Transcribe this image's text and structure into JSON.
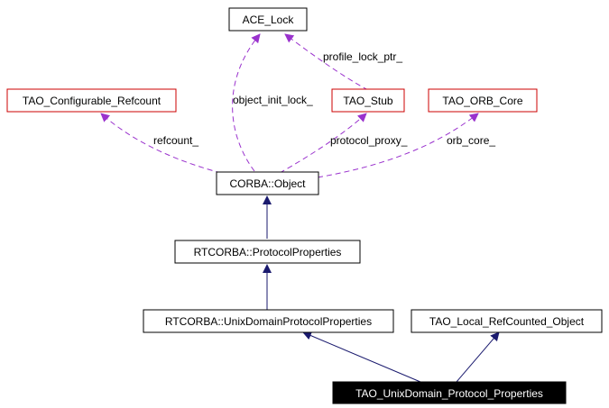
{
  "diagram": {
    "nodes": {
      "ace_lock": {
        "label": "ACE_Lock",
        "style": "plain"
      },
      "tao_configurable_refcount": {
        "label": "TAO_Configurable_Refcount",
        "style": "red"
      },
      "tao_stub": {
        "label": "TAO_Stub",
        "style": "red"
      },
      "tao_orb_core": {
        "label": "TAO_ORB_Core",
        "style": "red"
      },
      "corba_object": {
        "label": "CORBA::Object",
        "style": "plain"
      },
      "rtcorba_protocol_properties": {
        "label": "RTCORBA::ProtocolProperties",
        "style": "plain"
      },
      "rtcorba_unix_domain_protocol_properties": {
        "label": "RTCORBA::UnixDomainProtocolProperties",
        "style": "plain"
      },
      "tao_local_refcounted_object": {
        "label": "TAO_Local_RefCounted_Object",
        "style": "plain"
      },
      "tao_unixdomain_protocol_properties": {
        "label": "TAO_UnixDomain_Protocol_Properties",
        "style": "highlight"
      }
    },
    "edge_labels": {
      "profile_lock_ptr": "profile_lock_ptr_",
      "object_init_lock": "object_init_lock_",
      "refcount": "refcount_",
      "protocol_proxy": "protocol_proxy_",
      "orb_core": "orb_core_"
    },
    "colors": {
      "inheritance_edge": "#1a1a6e",
      "usage_edge": "#9a32cd",
      "red_border": "#cc0000",
      "highlight_fill": "#000000",
      "highlight_text": "#ffffff"
    }
  }
}
